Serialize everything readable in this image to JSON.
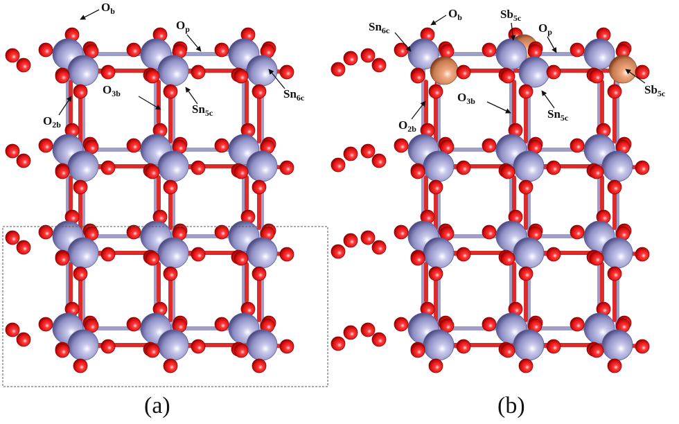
{
  "colors": {
    "sn": "#a3a3d4",
    "sn_dark": "#5c5c9a",
    "o": "#e61b1b",
    "o_dark": "#8e0606",
    "sb": "#e0966e",
    "sb_dark": "#8a4a2a",
    "bond_sn": "#9e9ec8",
    "bond_o": "#dd2a2a",
    "bond_sb": "#c98659",
    "box": "#555555"
  },
  "panels": [
    {
      "caption": "(a)",
      "labels": [
        {
          "id": "ob",
          "main": "O",
          "sub": "b"
        },
        {
          "id": "op",
          "main": "O",
          "sub": "p"
        },
        {
          "id": "o3b",
          "main": "O",
          "sub": "3b"
        },
        {
          "id": "o2b",
          "main": "O",
          "sub": "2b"
        },
        {
          "id": "sn5c",
          "main": "Sn",
          "sub": "5c"
        },
        {
          "id": "sn6c",
          "main": "Sn",
          "sub": "6c"
        }
      ]
    },
    {
      "caption": "(b)",
      "labels": [
        {
          "id": "sn6c",
          "main": "Sn",
          "sub": "6c"
        },
        {
          "id": "ob",
          "main": "O",
          "sub": "b"
        },
        {
          "id": "sb5c_top",
          "main": "Sb",
          "sub": "5c"
        },
        {
          "id": "op",
          "main": "O",
          "sub": "p"
        },
        {
          "id": "sb5c_right",
          "main": "Sb",
          "sub": "5c"
        },
        {
          "id": "o2b",
          "main": "O",
          "sub": "2b"
        },
        {
          "id": "o3b",
          "main": "O",
          "sub": "3b"
        },
        {
          "id": "sn5c",
          "main": "Sn",
          "sub": "5c"
        }
      ]
    }
  ]
}
